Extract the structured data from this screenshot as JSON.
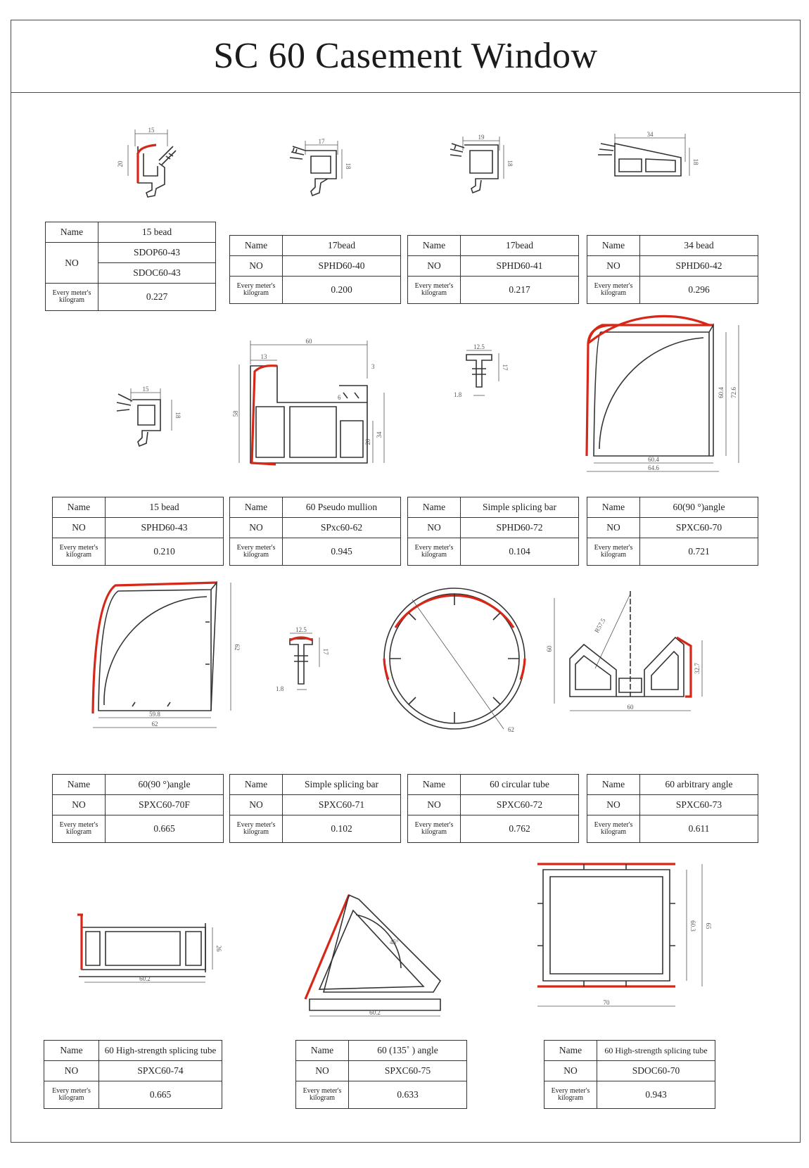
{
  "page": {
    "title": "SC 60 Casement Window"
  },
  "labels": {
    "name": "Name",
    "no": "NO",
    "kg_line1": "Every meter's",
    "kg_line2": "kilogram"
  },
  "colors": {
    "accent_red": "#d62718",
    "line": "#333333"
  },
  "profiles": [
    {
      "name": "15 bead",
      "codes": [
        "SDOP60-43",
        "SDOC60-43"
      ],
      "weight": "0.227"
    },
    {
      "name": "17bead",
      "codes": [
        "SPHD60-40"
      ],
      "weight": "0.200"
    },
    {
      "name": "17bead",
      "codes": [
        "SPHD60-41"
      ],
      "weight": "0.217"
    },
    {
      "name": "34 bead",
      "codes": [
        "SPHD60-42"
      ],
      "weight": "0.296"
    },
    {
      "name": "15 bead",
      "codes": [
        "SPHD60-43"
      ],
      "weight": "0.210"
    },
    {
      "name": "60 Pseudo mullion",
      "codes": [
        "SPxc60-62"
      ],
      "weight": "0.945"
    },
    {
      "name": "Simple splicing bar",
      "codes": [
        "SPHD60-72"
      ],
      "weight": "0.104"
    },
    {
      "name": "60(90 °)angle",
      "codes": [
        "SPXC60-70"
      ],
      "weight": "0.721"
    },
    {
      "name": "60(90 °)angle",
      "codes": [
        "SPXC60-70F"
      ],
      "weight": "0.665"
    },
    {
      "name": "Simple splicing bar",
      "codes": [
        "SPXC60-71"
      ],
      "weight": "0.102"
    },
    {
      "name": "60 circular tube",
      "codes": [
        "SPXC60-72"
      ],
      "weight": "0.762"
    },
    {
      "name": "60 arbitrary angle",
      "codes": [
        "SPXC60-73"
      ],
      "weight": "0.611"
    },
    {
      "name": "60 High-strength splicing tube",
      "codes": [
        "SPXC60-74"
      ],
      "weight": "0.665"
    },
    {
      "name": "60 (135˚ ) angle",
      "codes": [
        "SPXC60-75"
      ],
      "weight": "0.633"
    },
    {
      "name": "60 High-strength splicing tube",
      "codes": [
        "SDOC60-70"
      ],
      "weight": "0.943"
    }
  ],
  "dims": {
    "d15": "15",
    "d20": "20",
    "d17": "17",
    "d18": "18",
    "d19": "19",
    "d34": "34",
    "d60": "60",
    "d13": "13",
    "d3": "3",
    "d6": "6",
    "d58": "58",
    "d12_5": "12.5",
    "d1_8": "1.8",
    "d60_4": "60.4",
    "d72_6": "72.6",
    "d64_6": "64.6",
    "d62": "62",
    "d59_8": "59.8",
    "dR57_5": "R57.5",
    "d32_7": "32.7",
    "d26": "26",
    "d60_2": "60.2",
    "d45deg": "45°",
    "d65": "65",
    "d60_3": "60.3",
    "d70": "70"
  }
}
